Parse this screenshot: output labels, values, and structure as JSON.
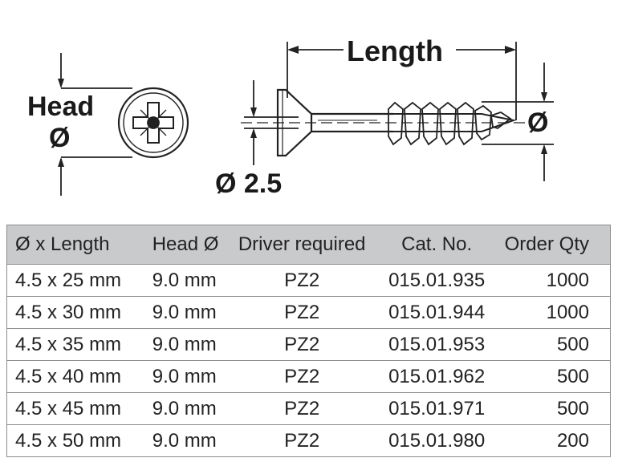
{
  "diagram": {
    "head_label_line1": "Head",
    "head_label_line2": "Ø",
    "shank_label": "Ø 2.5",
    "length_label": "Length",
    "thread_label": "Ø"
  },
  "table": {
    "headers": [
      "Ø x Length",
      "Head Ø",
      "Driver required",
      "Cat. No.",
      "Order Qty"
    ],
    "rows": [
      [
        "4.5 x 25 mm",
        "9.0 mm",
        "PZ2",
        "015.01.935",
        "1000"
      ],
      [
        "4.5 x 30 mm",
        "9.0 mm",
        "PZ2",
        "015.01.944",
        "1000"
      ],
      [
        "4.5 x 35 mm",
        "9.0 mm",
        "PZ2",
        "015.01.953",
        "500"
      ],
      [
        "4.5 x 40 mm",
        "9.0 mm",
        "PZ2",
        "015.01.962",
        "500"
      ],
      [
        "4.5 x 45 mm",
        "9.0 mm",
        "PZ2",
        "015.01.971",
        "500"
      ],
      [
        "4.5 x 50 mm",
        "9.0 mm",
        "PZ2",
        "015.01.980",
        "200"
      ]
    ]
  }
}
